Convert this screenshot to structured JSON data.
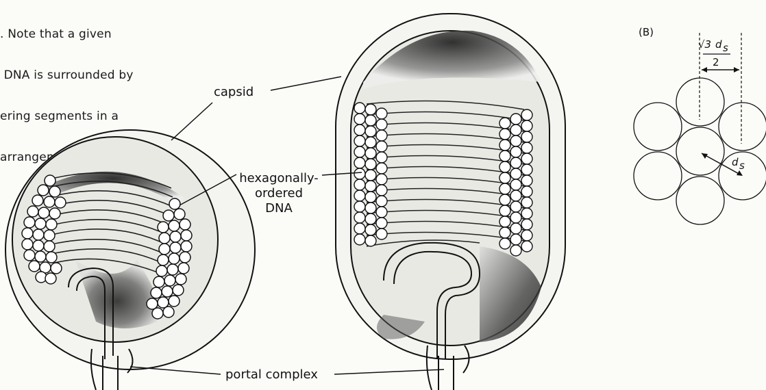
{
  "caption_lines": [
    ". Note that a given",
    " DNA is surrounded by",
    "ering segments in a",
    "arrangement."
  ],
  "labels": {
    "capsid": "capsid",
    "hexagonal_line1": "hexagonally-",
    "hexagonal_line2": "ordered",
    "hexagonal_line3": "DNA",
    "portal": "portal complex"
  },
  "panel_b": {
    "letter": "(B)",
    "sqrt3_ds_over_2": {
      "sqrt": "√3",
      "d": "d",
      "sub": "s",
      "den": "2"
    },
    "ds": {
      "d": "d",
      "sub": "s"
    }
  }
}
